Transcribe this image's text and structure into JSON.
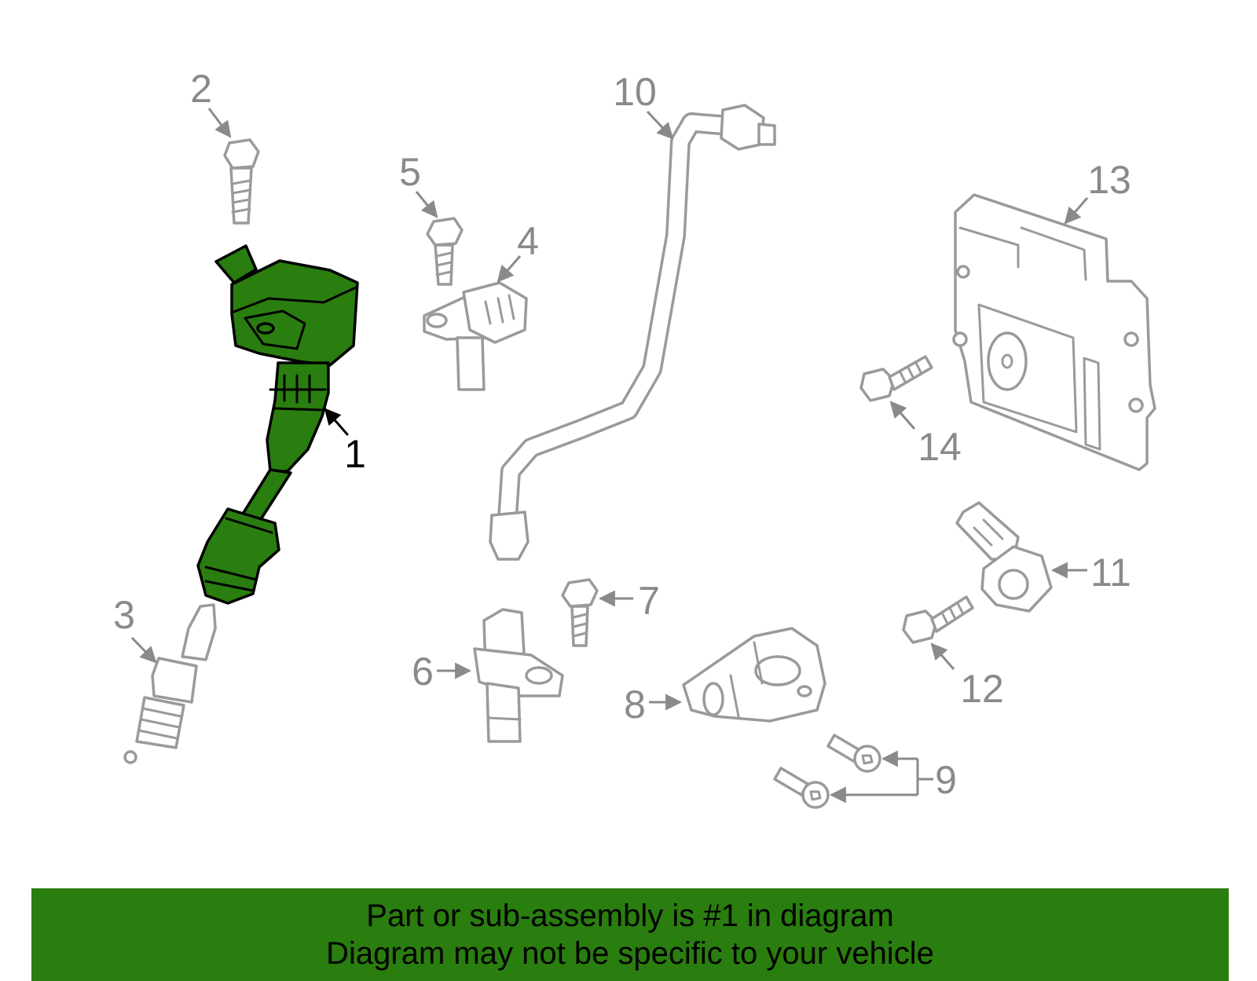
{
  "colors": {
    "highlight": "#2a7d0f",
    "banner": "#2a7d0f",
    "part_outline": "#9a9a9a",
    "callout_text": "#8a8a8a",
    "active_text": "#000000"
  },
  "callouts": {
    "c1": "1",
    "c2": "2",
    "c3": "3",
    "c4": "4",
    "c5": "5",
    "c6": "6",
    "c7": "7",
    "c8": "8",
    "c9": "9",
    "c10": "10",
    "c11": "11",
    "c12": "12",
    "c13": "13",
    "c14": "14"
  },
  "highlighted_part": "1",
  "banner": {
    "line1": "Part or sub-assembly is #1 in diagram",
    "line2": "Diagram may not be specific to your vehicle"
  }
}
